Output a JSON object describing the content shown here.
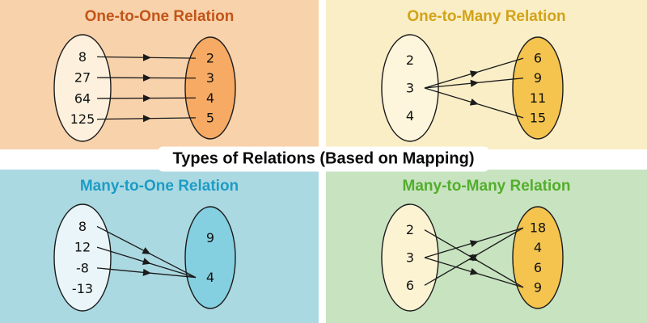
{
  "banner": {
    "title": "Types of Relations (Based on Mapping)"
  },
  "panels": [
    {
      "id": "one-to-one",
      "title": "One-to-One Relation",
      "title_color": "#c2551a",
      "bg": "#f8d2ab",
      "left_ellipse_fill": "#fdf1dd",
      "right_ellipse_fill": "#f6aa63",
      "left_items": [
        "8",
        "27",
        "64",
        "125"
      ],
      "right_items": [
        "2",
        "3",
        "4",
        "5"
      ],
      "edges": [
        [
          0,
          0
        ],
        [
          1,
          1
        ],
        [
          2,
          2
        ],
        [
          3,
          3
        ]
      ]
    },
    {
      "id": "one-to-many",
      "title": "One-to-Many Relation",
      "title_color": "#d2a318",
      "bg": "#faeec6",
      "left_ellipse_fill": "#fdf6dc",
      "right_ellipse_fill": "#f4c44f",
      "left_items": [
        "2",
        "3",
        "4"
      ],
      "right_items": [
        "6",
        "9",
        "11",
        "15"
      ],
      "edges": [
        [
          1,
          0
        ],
        [
          1,
          1
        ],
        [
          1,
          3
        ]
      ]
    },
    {
      "id": "many-to-one",
      "title": "Many-to-One Relation",
      "title_color": "#1d9cc5",
      "bg": "#abd9e2",
      "left_ellipse_fill": "#e9f5f9",
      "right_ellipse_fill": "#84d0e0",
      "left_items": [
        "8",
        "12",
        "-8",
        "-13"
      ],
      "right_items": [
        "9",
        "4"
      ],
      "edges": [
        [
          0,
          1
        ],
        [
          1,
          1
        ],
        [
          2,
          1
        ]
      ]
    },
    {
      "id": "many-to-many",
      "title": "Many-to-Many Relation",
      "title_color": "#52ae2c",
      "bg": "#c8e3c0",
      "left_ellipse_fill": "#fcf3d3",
      "right_ellipse_fill": "#f4c44f",
      "left_items": [
        "2",
        "3",
        "6"
      ],
      "right_items": [
        "18",
        "4",
        "6",
        "9"
      ],
      "edges": [
        [
          1,
          0
        ],
        [
          2,
          0
        ],
        [
          0,
          3
        ],
        [
          1,
          3
        ]
      ]
    }
  ]
}
